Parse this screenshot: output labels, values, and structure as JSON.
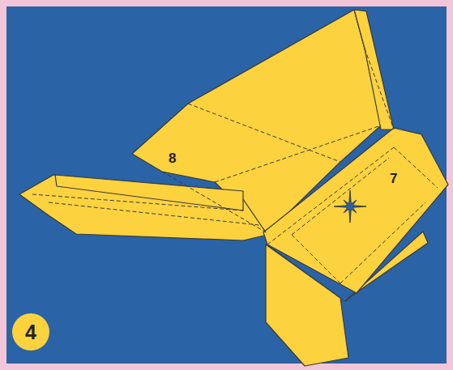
{
  "diagram": {
    "nodes": [
      {
        "text": [
          "4"
        ]
      }
    ],
    "labels": [
      "8",
      "7"
    ]
  }
}
